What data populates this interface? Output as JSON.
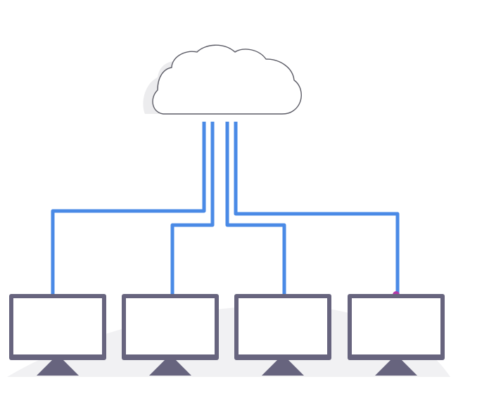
{
  "diagram": {
    "type": "network-topology",
    "nodes": [
      {
        "id": "cloud",
        "kind": "cloud",
        "icon": "cloud-icon"
      },
      {
        "id": "monitor-1",
        "kind": "computer",
        "icon": "monitor-icon"
      },
      {
        "id": "monitor-2",
        "kind": "computer",
        "icon": "monitor-icon"
      },
      {
        "id": "monitor-3",
        "kind": "computer",
        "icon": "monitor-icon"
      },
      {
        "id": "monitor-4",
        "kind": "computer",
        "icon": "monitor-icon"
      }
    ],
    "edges": [
      {
        "from": "cloud",
        "to": "monitor-1"
      },
      {
        "from": "cloud",
        "to": "monitor-2"
      },
      {
        "from": "cloud",
        "to": "monitor-3"
      },
      {
        "from": "cloud",
        "to": "monitor-4"
      }
    ]
  },
  "colors": {
    "connector": "#4a8ae6",
    "monitor_frame": "#67647e",
    "monitor_screen": "#ffffff",
    "cloud_fill": "#ffffff",
    "cloud_outline": "#5c5c66",
    "cloud_shadow": "#ececee",
    "ground_shadow": "#f1f1f3",
    "accent_dot": "#b03aa8"
  }
}
